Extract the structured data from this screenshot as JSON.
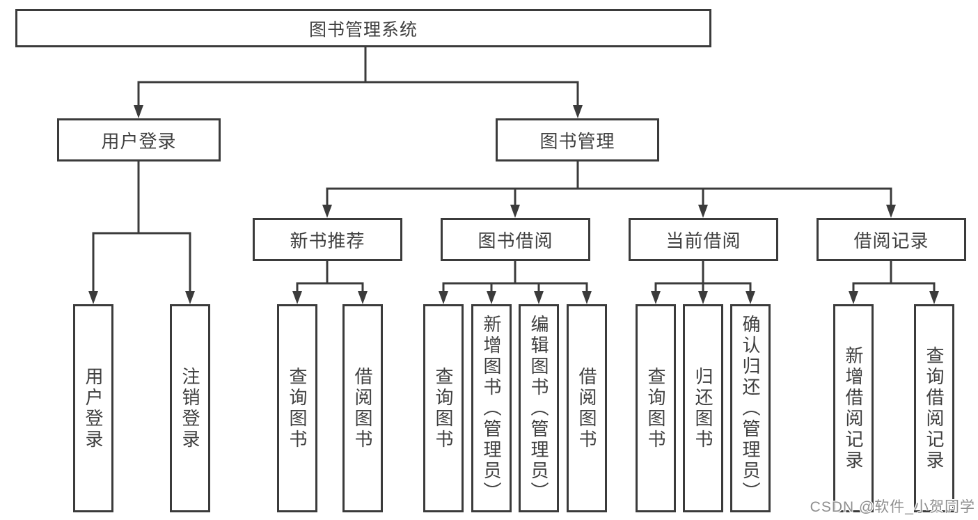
{
  "diagram": {
    "root": "图书管理系统",
    "level2": {
      "user_login": "用户登录",
      "book_management": "图书管理"
    },
    "level3": [
      "新书推荐",
      "图书借阅",
      "当前借阅",
      "借阅记录"
    ],
    "leaves": {
      "user_login": [
        "用户登录",
        "注销登录"
      ],
      "new_book_rec": [
        "查询图书",
        "借阅图书"
      ],
      "book_borrow": [
        "查询图书",
        "新增图书（管理员）",
        "编辑图书（管理员）",
        "借阅图书"
      ],
      "current_borrow": [
        "查询图书",
        "归还图书",
        "确认归还（管理员）"
      ],
      "borrow_records": [
        "新增借阅记录",
        "查询借阅记录"
      ]
    }
  },
  "watermark": "CSDN @软件_小贺同学",
  "colors": {
    "line": "#3b3b3b",
    "text": "#3f3f3f",
    "background": "#ffffff",
    "watermark": "#8f8f8f"
  }
}
